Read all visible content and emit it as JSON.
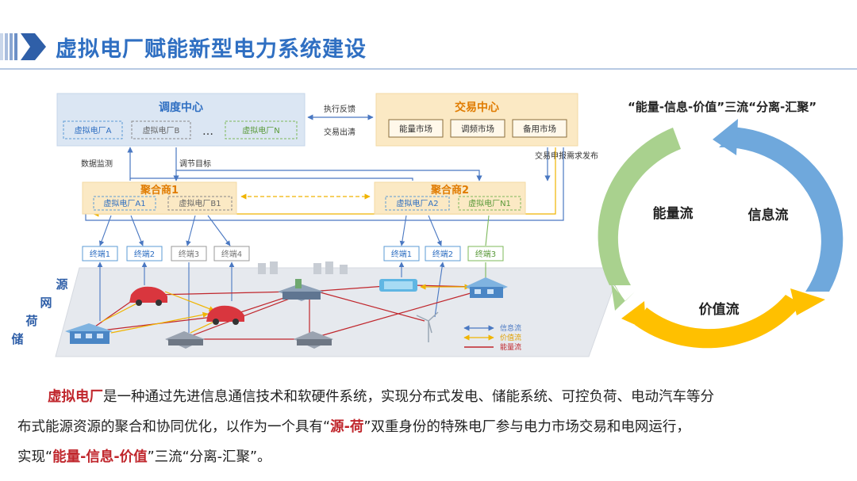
{
  "page": {
    "title": "虚拟电厂赋能新型电力系统建设"
  },
  "diagram": {
    "dispatch": {
      "title": "调度中心",
      "plants": [
        "虚拟电厂A",
        "虚拟电厂B",
        "虚拟电厂N"
      ],
      "ellipsis": "…"
    },
    "trade": {
      "title": "交易中心",
      "markets": [
        "能量市场",
        "调频市场",
        "备用市场"
      ]
    },
    "link_labels": {
      "feedback": "执行反馈",
      "clearing": "交易出清",
      "monitor": "数据监测",
      "target": "调节目标",
      "report": "交易申报",
      "demand": "需求发布"
    },
    "aggregator1": {
      "title": "聚合商1",
      "plants": [
        "虚拟电厂A1",
        "虚拟电厂B1"
      ]
    },
    "aggregator2": {
      "title": "聚合商2",
      "plants": [
        "虚拟电厂A2",
        "虚拟电厂N1"
      ]
    },
    "terminals_left": [
      "终端1",
      "终端2",
      "终端3",
      "终端4"
    ],
    "terminals_right": [
      "终端1",
      "终端2",
      "终端3"
    ],
    "side_labels": [
      "源",
      "网",
      "荷",
      "储"
    ],
    "legend": [
      {
        "label": "信息流",
        "color": "#4a78c2"
      },
      {
        "label": "价值流",
        "color": "#f0b400"
      },
      {
        "label": "能量流",
        "color": "#c0262c"
      }
    ]
  },
  "cycle": {
    "title": "“能量-信息-价值”三流“分离-汇聚”",
    "segments": [
      {
        "label": "能量流",
        "color": "#a9d18e"
      },
      {
        "label": "信息流",
        "color": "#6fa8dc"
      },
      {
        "label": "价值流",
        "color": "#ffc000"
      }
    ]
  },
  "paragraph": {
    "line1_red": "虚拟电厂",
    "line1": "是一种通过先进信息通信技术和软硬件系统，实现分布式发电、储能系统、可控负荷、电动汽车等分",
    "line2_a": "布式能源资源的聚合和协同优化，以作为一个具有“",
    "line2_red": "源-荷",
    "line2_b": "”双重身份的特殊电厂参与电力市场交易和电网运行，",
    "line3_a": "实现“",
    "line3_red": "能量-信息-价值",
    "line3_b": "”三流“分离-汇聚”。"
  }
}
